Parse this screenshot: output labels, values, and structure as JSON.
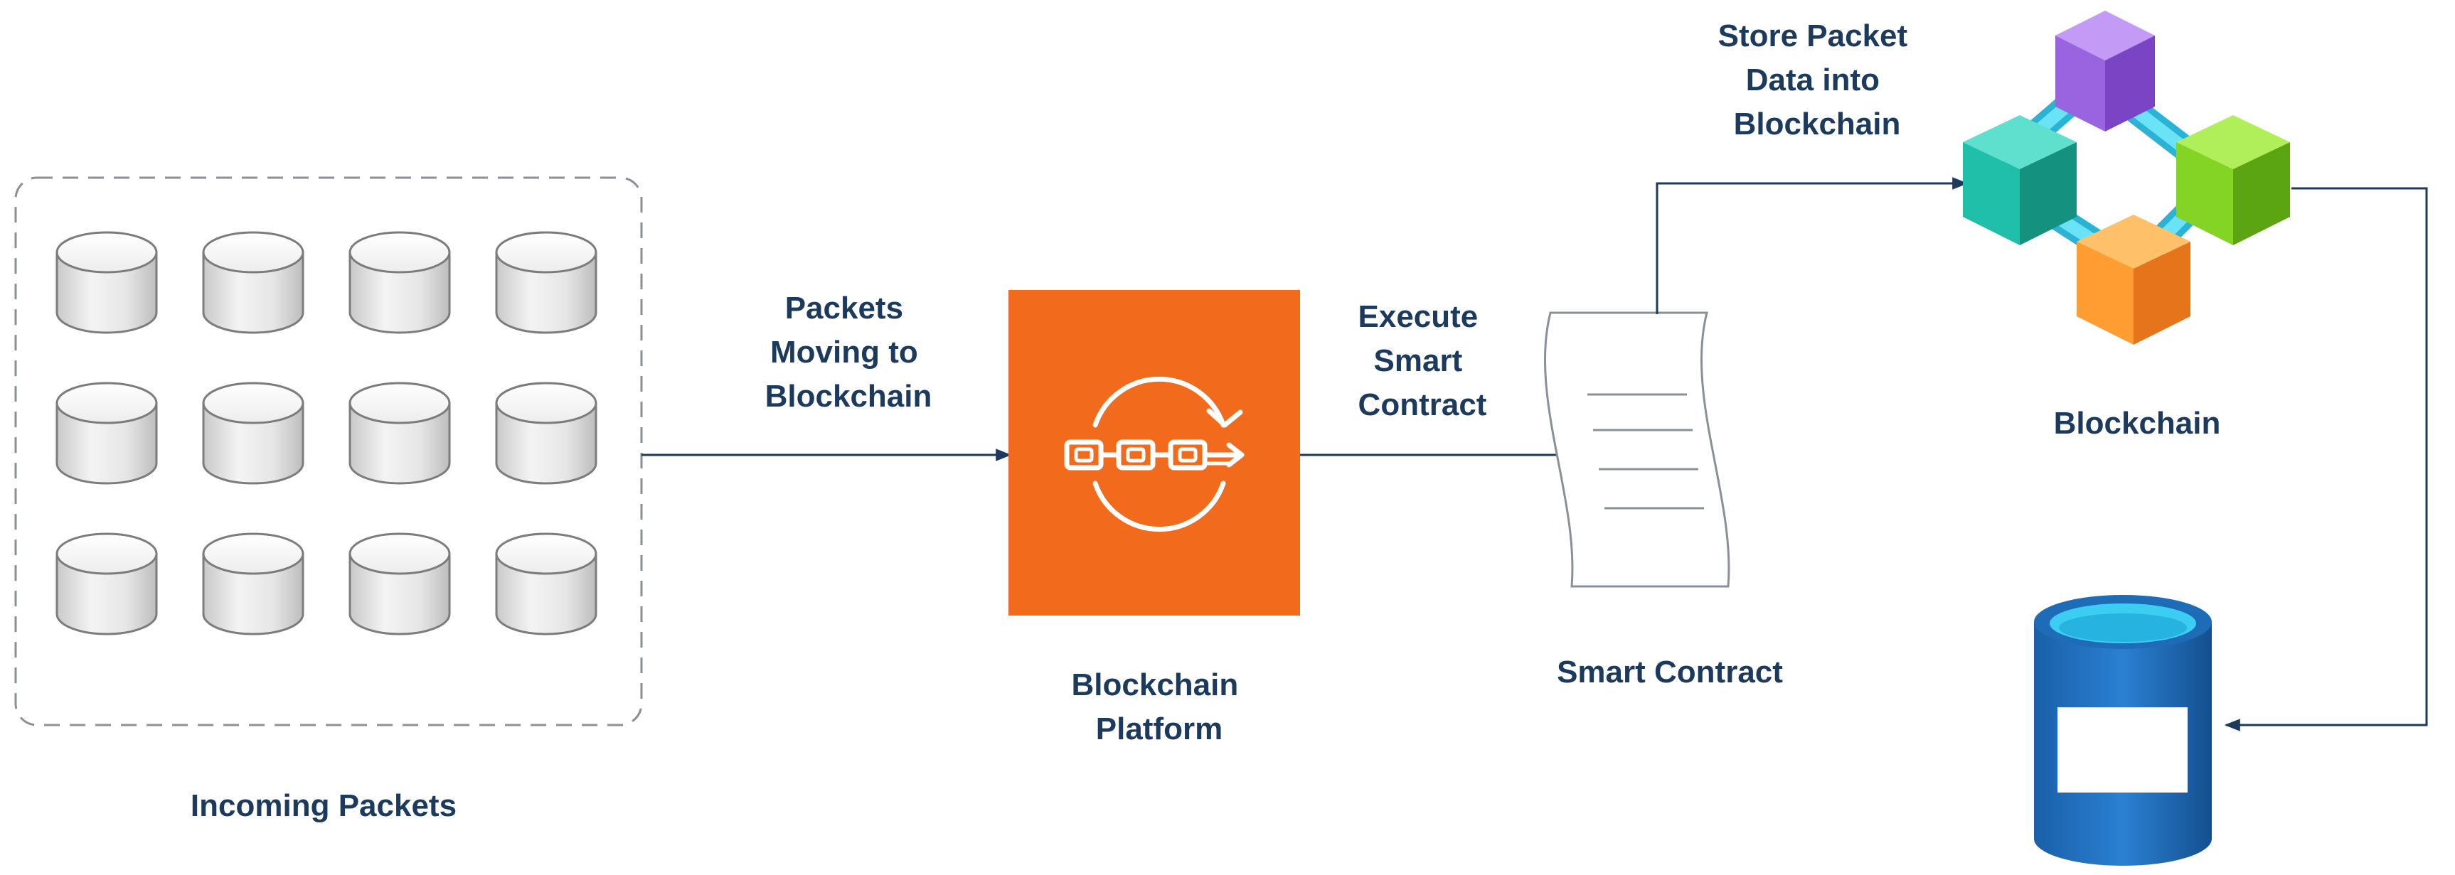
{
  "labels": {
    "incoming_packets": "Incoming Packets",
    "packets_moving": [
      "Packets",
      "Moving to",
      "Blockchain"
    ],
    "platform": [
      "Blockchain",
      "Platform"
    ],
    "execute": [
      "Execute",
      "Smart",
      "Contract"
    ],
    "smart_contract": "Smart Contract",
    "store_packet": [
      "Store Packet",
      "Data into",
      "Blockchain"
    ],
    "blockchain": "Blockchain"
  },
  "packet_grid": {
    "rows": 3,
    "columns": 4
  },
  "colors": {
    "text": "#1b3a5e",
    "connector": "#1b3a5e",
    "platform_orange": "#f26b1d",
    "cube_purple": "#a66ee8",
    "cube_teal": "#21c2ad",
    "cube_green": "#7ed321",
    "cube_orange": "#ff9a2e",
    "link_cyan": "#3fd3f0",
    "database_blue": "#1f6fc0",
    "database_top": "#33c4ee"
  },
  "icons": {
    "packets": "database-icon",
    "platform": "blockchain-platform-icon",
    "contract": "document-scroll-icon",
    "blockchain": "blockchain-cubes-icon",
    "storage": "database-icon"
  }
}
